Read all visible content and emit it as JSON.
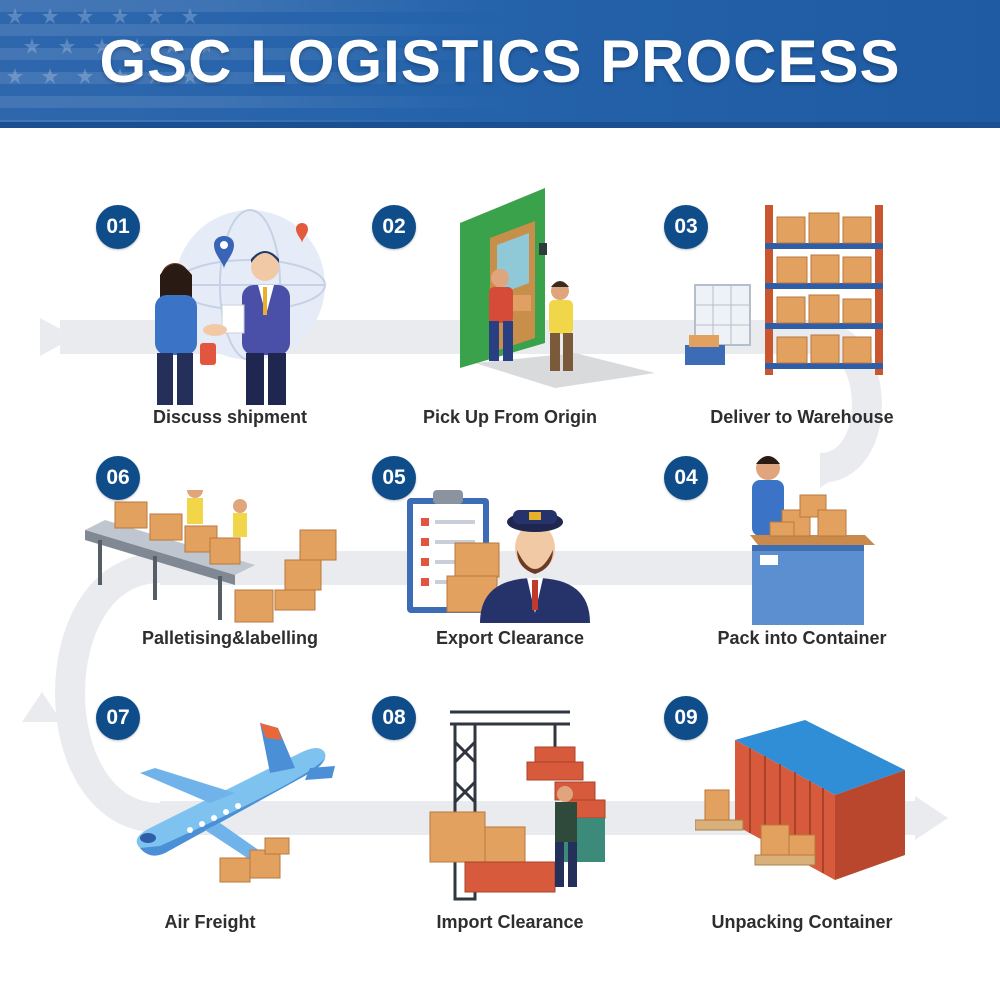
{
  "header": {
    "title": "GSC LOGISTICS PROCESS"
  },
  "colors": {
    "banner": "#2563ab",
    "badge": "#0f4c8a",
    "label": "#2e2e2e",
    "flow_arrow": "#e9ebee",
    "box": "#e3a15f",
    "container_red": "#d65a3b",
    "container_top": "#2f8ed6"
  },
  "steps": [
    {
      "number": "01",
      "label": "Discuss shipment",
      "icon": "handshake-icon"
    },
    {
      "number": "02",
      "label": "Pick Up From Origin",
      "icon": "door-delivery-icon"
    },
    {
      "number": "03",
      "label": "Deliver to Warehouse",
      "icon": "warehouse-shelf-icon"
    },
    {
      "number": "04",
      "label": "Pack into Container",
      "icon": "packing-worker-icon"
    },
    {
      "number": "05",
      "label": "Export Clearance",
      "icon": "customs-officer-icon"
    },
    {
      "number": "06",
      "label": "Palletising&labelling",
      "icon": "conveyor-belt-icon"
    },
    {
      "number": "07",
      "label": "Air Freight",
      "icon": "airplane-icon"
    },
    {
      "number": "08",
      "label": "Import Clearance",
      "icon": "crane-port-icon"
    },
    {
      "number": "09",
      "label": "Unpacking Container",
      "icon": "shipping-container-icon"
    }
  ]
}
